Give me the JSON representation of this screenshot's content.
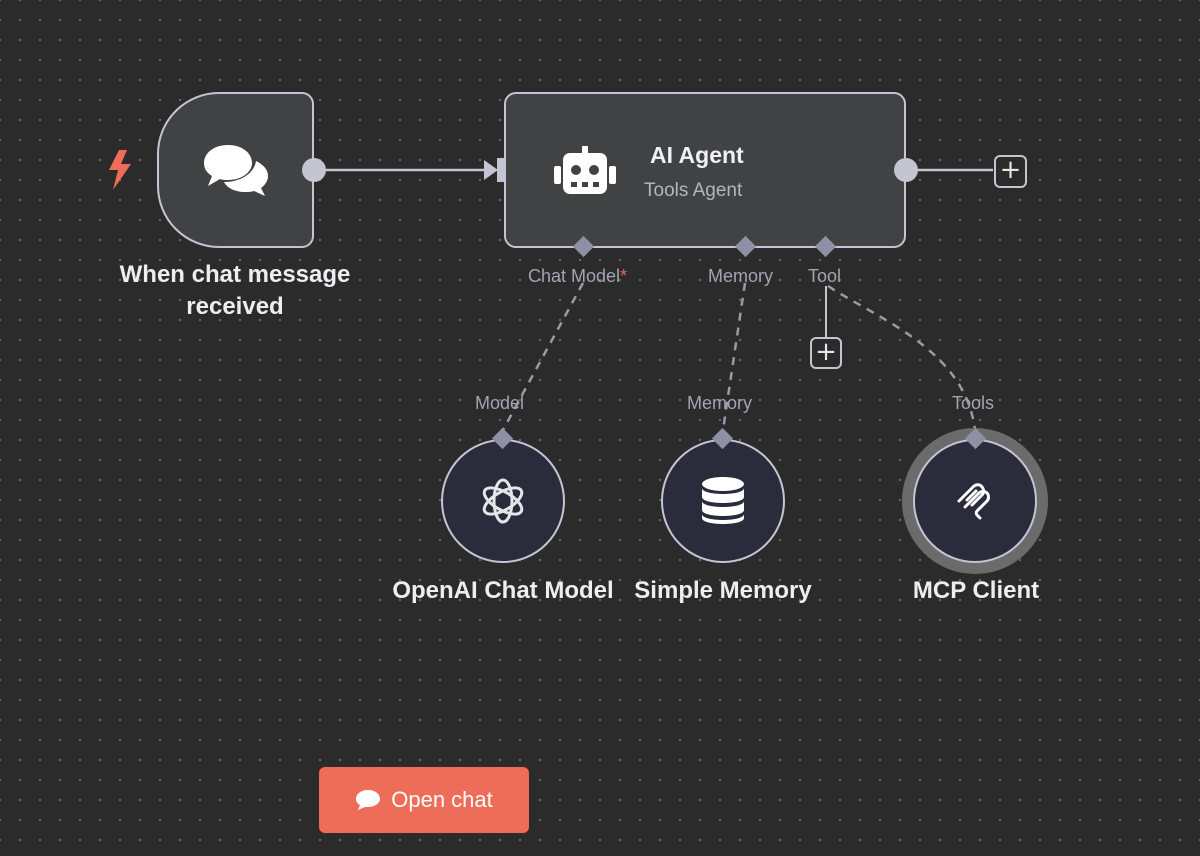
{
  "canvas": {
    "background": "#2b2b2b",
    "dot_color": "#6a6a6a"
  },
  "trigger_node": {
    "label": "When chat message received",
    "icon": "chat-bubbles-icon",
    "trigger_icon": "lightning-bolt-icon"
  },
  "agent_node": {
    "title": "AI Agent",
    "subtitle": "Tools Agent",
    "icon": "robot-icon",
    "ports": {
      "chat_model": "Chat Model",
      "chat_model_required": "*",
      "memory": "Memory",
      "tool": "Tool"
    }
  },
  "sub_nodes": {
    "openai": {
      "label": "OpenAI Chat Model",
      "port_label": "Model",
      "icon": "openai-icon"
    },
    "memory": {
      "label": "Simple Memory",
      "port_label": "Memory",
      "icon": "database-icon"
    },
    "mcp": {
      "label": "MCP Client",
      "port_label": "Tools",
      "icon": "mcp-icon"
    }
  },
  "add_buttons": {
    "symbol": "+"
  },
  "open_chat_button": {
    "label": "Open chat",
    "icon": "chat-icon",
    "color": "#ee6d58"
  },
  "colors": {
    "node_border": "#c4c4d2",
    "node_fill": "#414244",
    "sub_node_fill": "#2a2c3b",
    "port": "#8f8fa5",
    "accent": "#ee6d58"
  }
}
